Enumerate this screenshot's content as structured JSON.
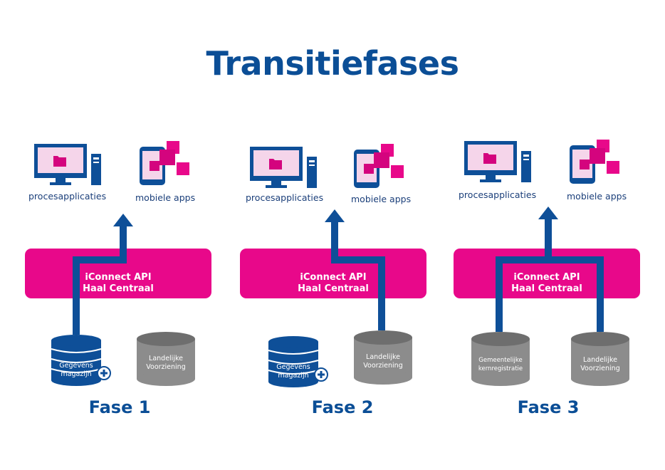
{
  "title": "Transitiefases",
  "icons": {
    "desktop": "desktop-computer-icon",
    "mobile": "mobile-apps-icon",
    "database": "database-icon"
  },
  "colors": {
    "brand_blue": "#0b4e96",
    "magenta": "#e8088a",
    "gray": "#8c8c8c"
  },
  "phases": [
    {
      "label": "Fase 1",
      "left_app": "procesapplicaties",
      "right_app": "mobiele apps",
      "bar_line1": "iConnect API",
      "bar_line2": "Haal Centraal",
      "db_left_line1": "Gegevens",
      "db_left_line2": "magazijn",
      "db_right_line1": "Landelijke",
      "db_right_line2": "Voorziening"
    },
    {
      "label": "Fase 2",
      "left_app": "procesapplicaties",
      "right_app": "mobiele apps",
      "bar_line1": "iConnect API",
      "bar_line2": "Haal Centraal",
      "db_left_line1": "Gegevens",
      "db_left_line2": "magazijn",
      "db_right_line1": "Landelijke",
      "db_right_line2": "Voorziening"
    },
    {
      "label": "Fase 3",
      "left_app": "procesapplicaties",
      "right_app": "mobiele apps",
      "bar_line1": "iConnect API",
      "bar_line2": "Haal Centraal",
      "db_left_line1": "Gemeentelijke",
      "db_left_line2": "kernregistratie",
      "db_right_line1": "Landelijke",
      "db_right_line2": "Voorziening"
    }
  ]
}
